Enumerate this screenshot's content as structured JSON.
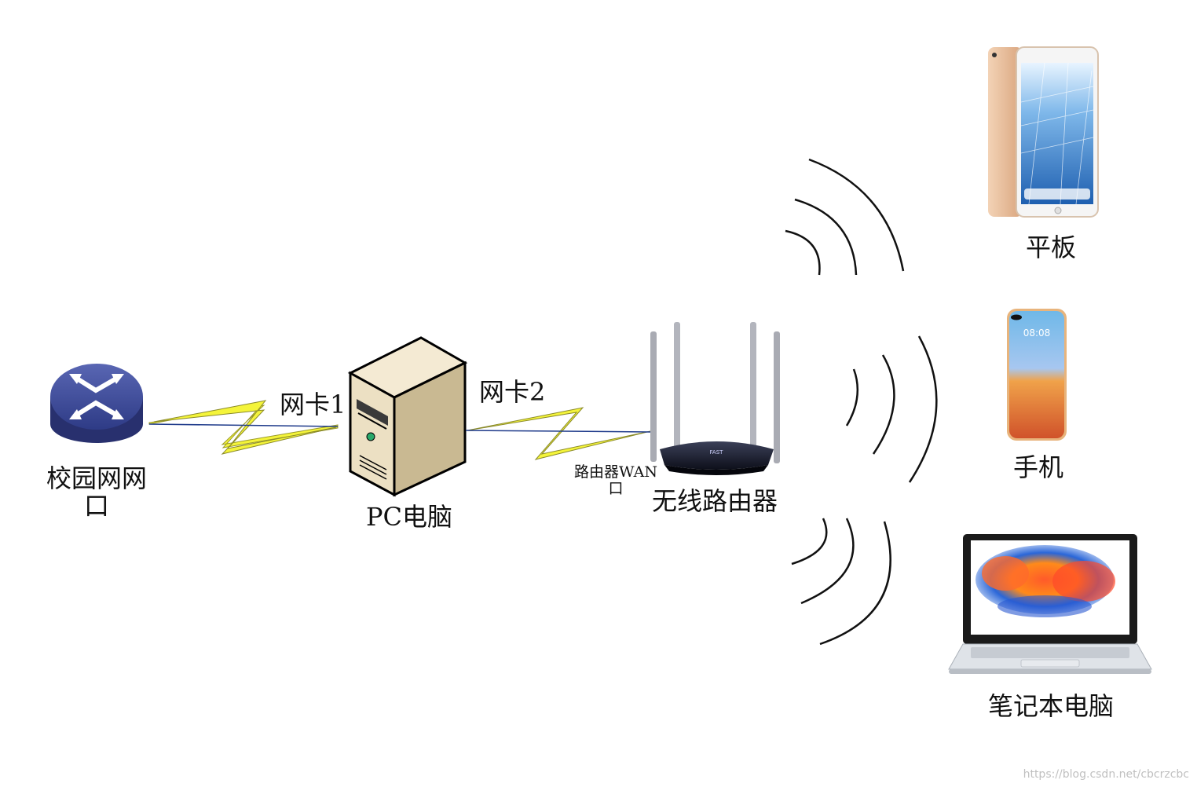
{
  "labels": {
    "campus_port_line1": "校园网网",
    "campus_port_line2": "口",
    "pc": "PC电脑",
    "nic1": "网卡1",
    "nic2": "网卡2",
    "router_wan_line1": "路由器WAN",
    "router_wan_line2": "口",
    "wireless_router": "无线路由器",
    "tablet": "平板",
    "phone": "手机",
    "laptop": "笔记本电脑"
  },
  "phone_screen": {
    "time": "08:08"
  },
  "router_brand": "FAST",
  "watermark": "https://blog.csdn.net/cbcrzcbc",
  "colors": {
    "bolt": "#f4f43a",
    "router_icon": "#3d4a94",
    "pc_case": "#ece0c3",
    "wifi_arcs": "#111111",
    "tablet_gold": "#e6b995",
    "laptop_silver": "#cfd3d9"
  }
}
